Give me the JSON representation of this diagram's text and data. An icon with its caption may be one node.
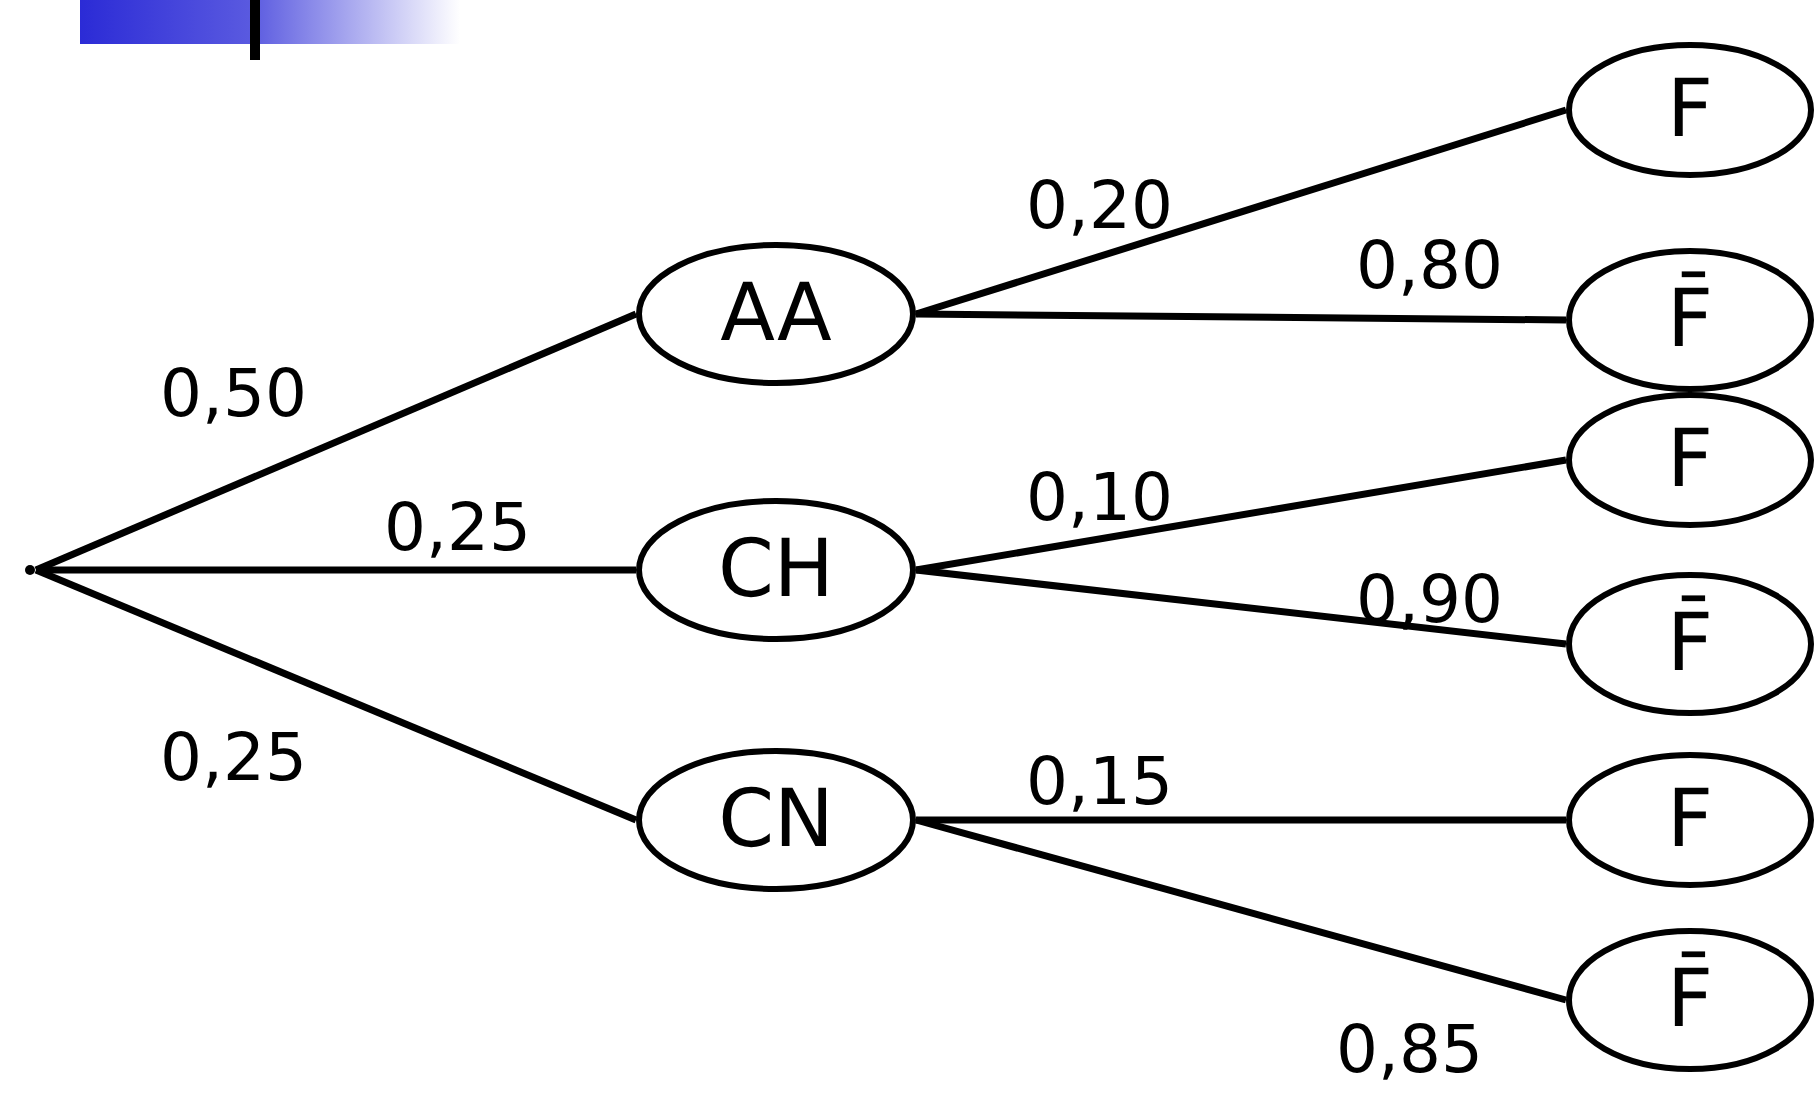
{
  "diagram": {
    "nodes": [
      {
        "text": [],
        "shape": "point"
      },
      {
        "text": [
          "AA"
        ]
      },
      {
        "text": [
          "CH"
        ]
      },
      {
        "text": [
          "CN"
        ]
      },
      {
        "text": [
          "F"
        ]
      },
      {
        "text": [
          "F̄"
        ]
      },
      {
        "text": [
          "F"
        ]
      },
      {
        "text": [
          "F̄"
        ]
      },
      {
        "text": [
          "F"
        ]
      },
      {
        "text": [
          "F̄"
        ]
      }
    ],
    "edges": [
      {
        "from": 0,
        "to": 1,
        "arrow": "none",
        "label": "0,50"
      },
      {
        "from": 0,
        "to": 2,
        "arrow": "none",
        "label": "0,25"
      },
      {
        "from": 0,
        "to": 3,
        "arrow": "none",
        "label": "0,25"
      },
      {
        "from": 1,
        "to": 4,
        "arrow": "none",
        "label": "0,20"
      },
      {
        "from": 1,
        "to": 5,
        "arrow": "none",
        "label": "0,80"
      },
      {
        "from": 2,
        "to": 6,
        "arrow": "none",
        "label": "0,10"
      },
      {
        "from": 2,
        "to": 7,
        "arrow": "none",
        "label": "0,90"
      },
      {
        "from": 3,
        "to": 8,
        "arrow": "none",
        "label": "0,15"
      },
      {
        "from": 3,
        "to": 9,
        "arrow": "none",
        "label": "0,85"
      }
    ]
  }
}
